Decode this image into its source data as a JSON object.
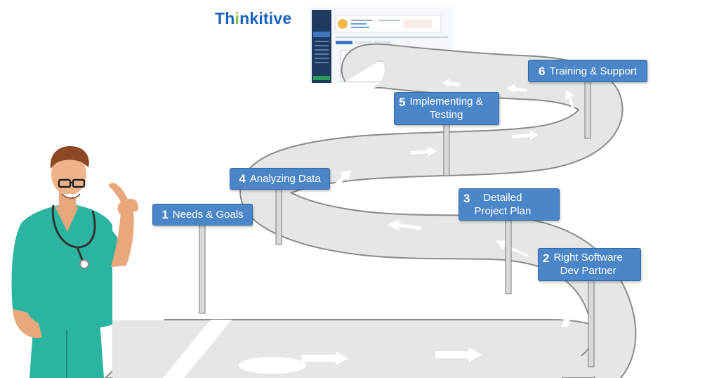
{
  "brand": {
    "logo_text_before": "Th",
    "logo_dot_letter": "i",
    "logo_text_after": "nkitive",
    "logo_color": "#1565c0",
    "logo_accent": "#8bc34a"
  },
  "colors": {
    "sign_fill": "#4a86c8",
    "sign_border": "#2f6aa8",
    "road": "#e6e6e6",
    "road_edge": "#8a8a8a",
    "scrubs": "#2bb5a0"
  },
  "steps": [
    {
      "number": "1",
      "label": "Needs & Goals"
    },
    {
      "number": "2",
      "label": "Right Software\nDev Partner"
    },
    {
      "number": "3",
      "label": "Detailed\nProject Plan"
    },
    {
      "number": "4",
      "label": "Analyzing Data"
    },
    {
      "number": "5",
      "label": "Implementing &\nTesting"
    },
    {
      "number": "6",
      "label": "Training & Support"
    }
  ],
  "illustrations": {
    "doctor": "doctor-thumbs-up-illustration",
    "screen": "ehr-dashboard-thumbnail"
  }
}
